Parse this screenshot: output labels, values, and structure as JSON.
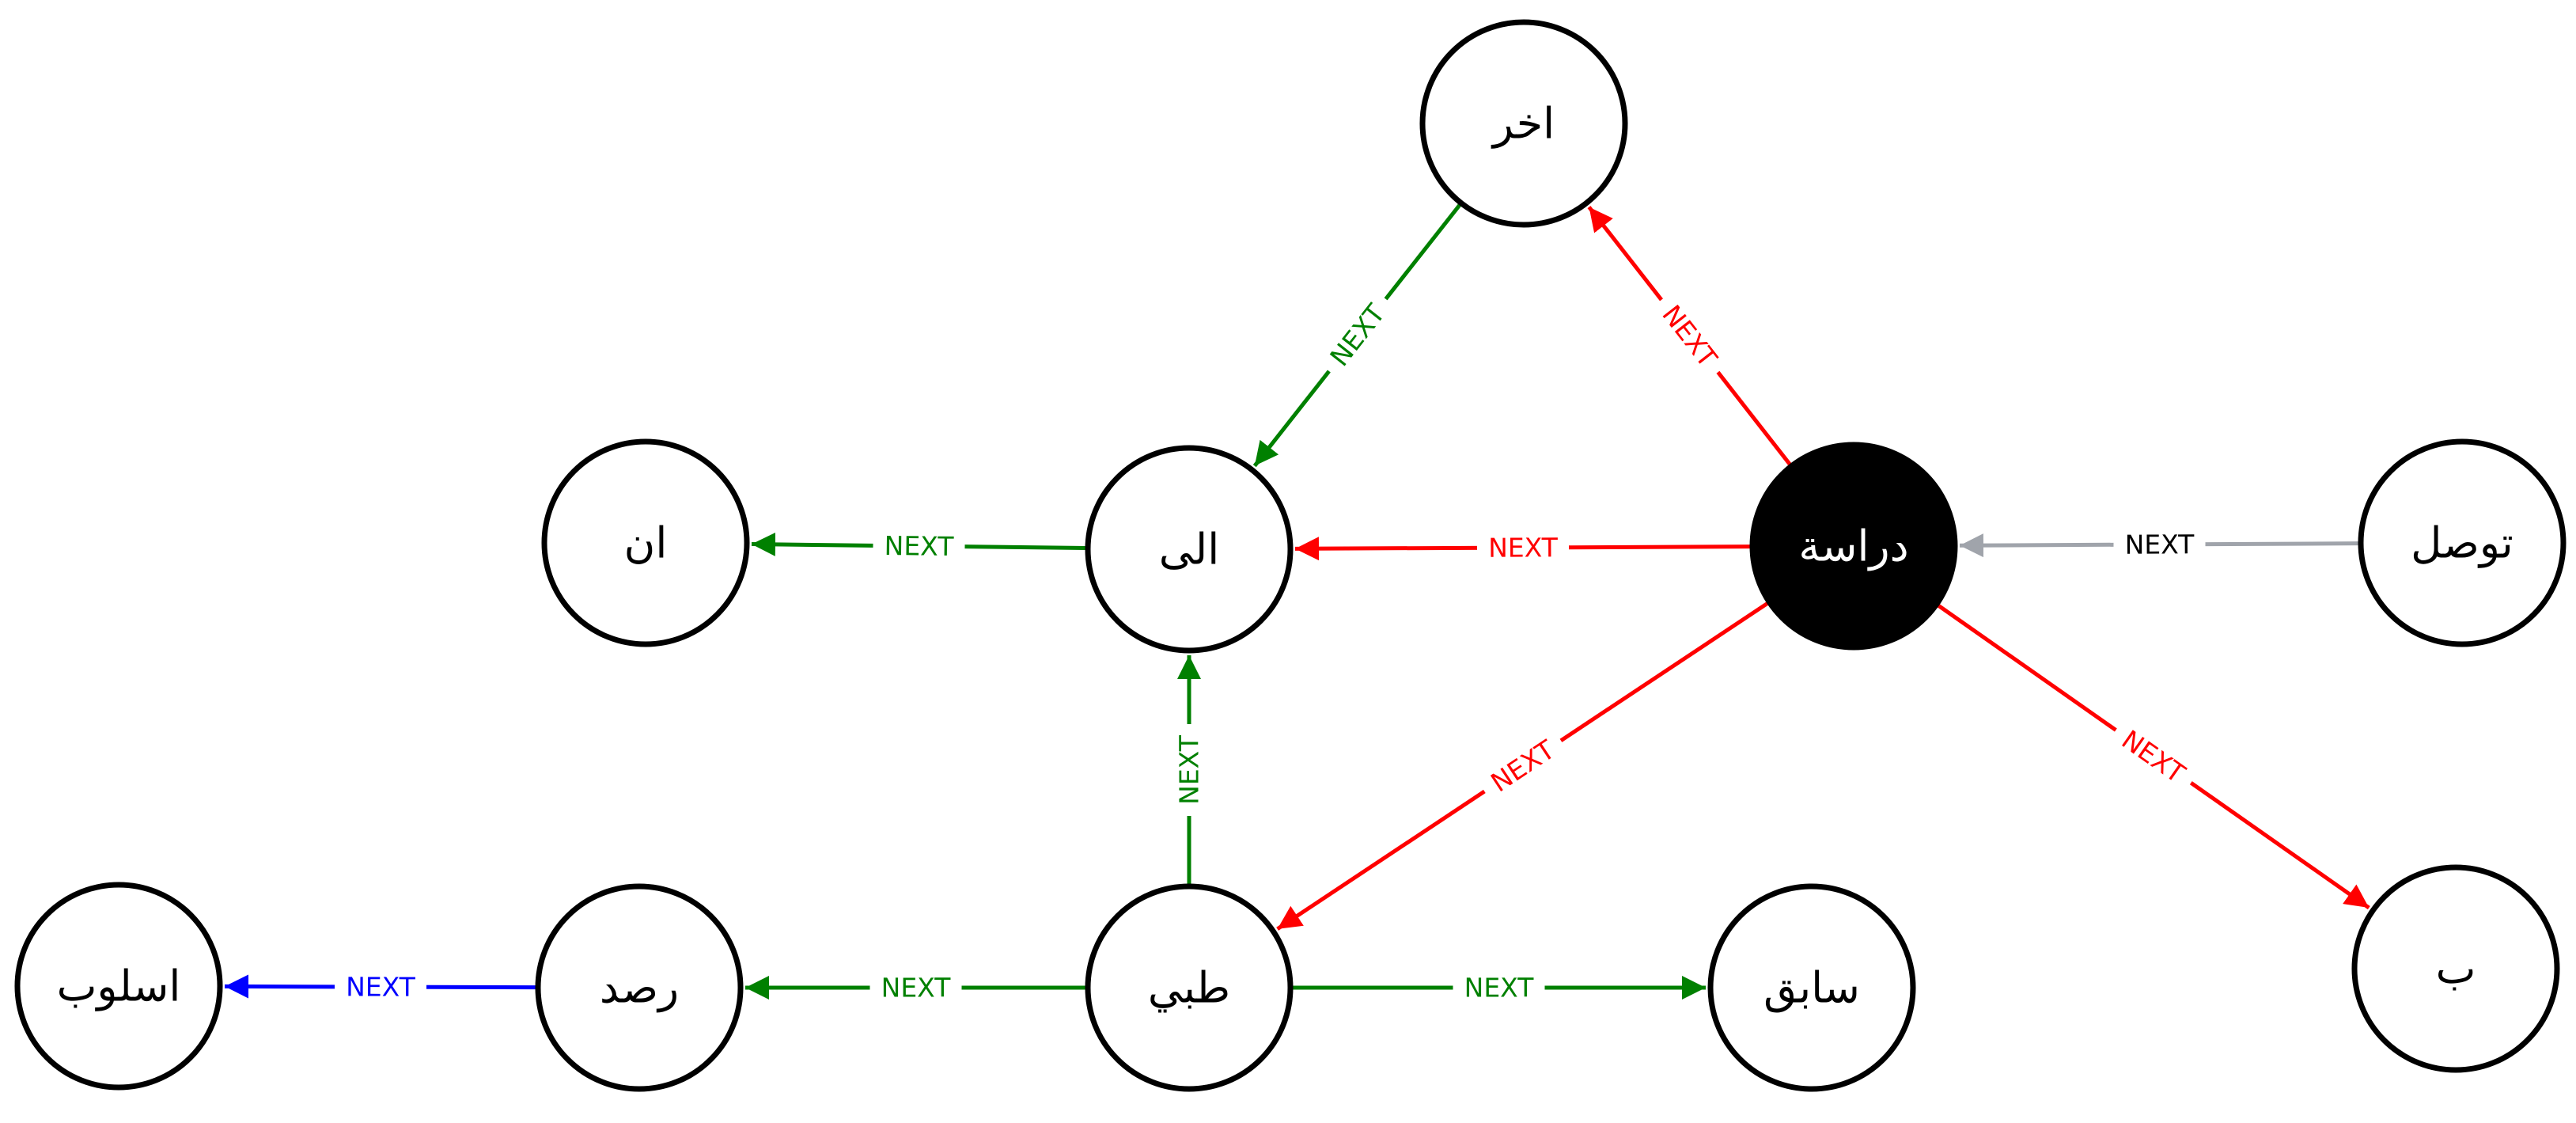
{
  "colors": {
    "background": "#ffffff",
    "node_fill": "#ffffff",
    "node_stroke": "#000000",
    "node_text": "#000000",
    "highlight_fill": "#000000",
    "highlight_text": "#ffffff",
    "red": "#ff0000",
    "green": "#008000",
    "blue": "#0000ff",
    "gray": "#a0a4ab",
    "black": "#000000"
  },
  "nodes": [
    {
      "id": "akhar",
      "label": "اخر"
    },
    {
      "id": "an",
      "label": "ان"
    },
    {
      "id": "ila",
      "label": "الى"
    },
    {
      "id": "dirasa",
      "label": "دراسة",
      "highlight": true
    },
    {
      "id": "tawassul",
      "label": "توصل"
    },
    {
      "id": "uslub",
      "label": "اسلوب"
    },
    {
      "id": "rasd",
      "label": "رصد"
    },
    {
      "id": "tibbi",
      "label": "طبي"
    },
    {
      "id": "sabiq",
      "label": "سابق"
    },
    {
      "id": "ba",
      "label": "ب"
    }
  ],
  "edges": [
    {
      "id": "e1",
      "from": "akhar",
      "to": "ila",
      "label": "NEXT",
      "color": "#008000",
      "label_color": "#008000"
    },
    {
      "id": "e2",
      "from": "dirasa",
      "to": "akhar",
      "label": "NEXT",
      "color": "#ff0000",
      "label_color": "#ff0000"
    },
    {
      "id": "e3",
      "from": "ila",
      "to": "an",
      "label": "NEXT",
      "color": "#008000",
      "label_color": "#008000"
    },
    {
      "id": "e4",
      "from": "dirasa",
      "to": "ila",
      "label": "NEXT",
      "color": "#ff0000",
      "label_color": "#ff0000"
    },
    {
      "id": "e5",
      "from": "tawassul",
      "to": "dirasa",
      "label": "NEXT",
      "color": "#a0a4ab",
      "label_color": "#000000"
    },
    {
      "id": "e6",
      "from": "dirasa",
      "to": "tibbi",
      "label": "NEXT",
      "color": "#ff0000",
      "label_color": "#ff0000"
    },
    {
      "id": "e7",
      "from": "dirasa",
      "to": "ba",
      "label": "NEXT",
      "color": "#ff0000",
      "label_color": "#ff0000"
    },
    {
      "id": "e8",
      "from": "tibbi",
      "to": "ila",
      "label": "NEXT",
      "color": "#008000",
      "label_color": "#008000"
    },
    {
      "id": "e9",
      "from": "tibbi",
      "to": "rasd",
      "label": "NEXT",
      "color": "#008000",
      "label_color": "#008000"
    },
    {
      "id": "e10",
      "from": "tibbi",
      "to": "sabiq",
      "label": "NEXT",
      "color": "#008000",
      "label_color": "#008000"
    },
    {
      "id": "e11",
      "from": "rasd",
      "to": "uslub",
      "label": "NEXT",
      "color": "#0000ff",
      "label_color": "#0000ff"
    }
  ]
}
